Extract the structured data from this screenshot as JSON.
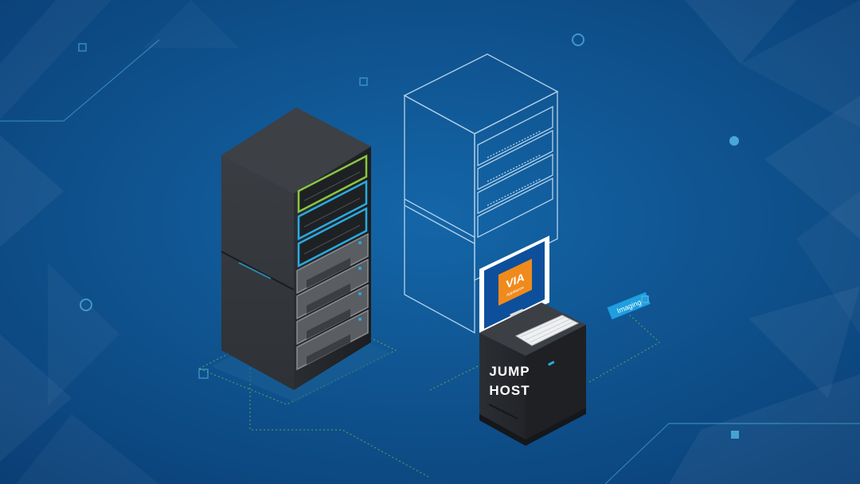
{
  "labels": {
    "screen_brand": "VIA",
    "screen_sub": "Appliance",
    "tag": "Imaging",
    "jump_line1": "JUMP",
    "jump_line2": "HOST"
  },
  "colors": {
    "background": "#0d4a86",
    "circuit": "#4fb0e0",
    "rack_slot_green": "#8cc63f",
    "rack_slot_blue": "#29abe2",
    "screen_orange": "#f08a1d",
    "tag_blue": "#1d9fe0"
  }
}
